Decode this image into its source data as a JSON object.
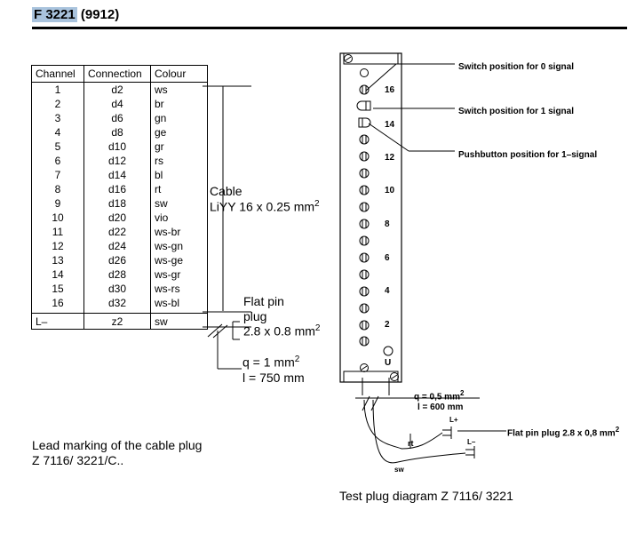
{
  "header": {
    "code": "F 3221",
    "suffix": "(9912)"
  },
  "table": {
    "headers": [
      "Channel",
      "Connection",
      "Colour"
    ],
    "rows": [
      [
        "1",
        "d2",
        "ws"
      ],
      [
        "2",
        "d4",
        "br"
      ],
      [
        "3",
        "d6",
        "gn"
      ],
      [
        "4",
        "d8",
        "ge"
      ],
      [
        "5",
        "d10",
        "gr"
      ],
      [
        "6",
        "d12",
        "rs"
      ],
      [
        "7",
        "d14",
        "bl"
      ],
      [
        "8",
        "d16",
        "rt"
      ],
      [
        "9",
        "d18",
        "sw"
      ],
      [
        "10",
        "d20",
        "vio"
      ],
      [
        "11",
        "d22",
        "ws-br"
      ],
      [
        "12",
        "d24",
        "ws-gn"
      ],
      [
        "13",
        "d26",
        "ws-ge"
      ],
      [
        "14",
        "d28",
        "ws-gr"
      ],
      [
        "15",
        "d30",
        "ws-rs"
      ],
      [
        "16",
        "d32",
        "ws-bl"
      ]
    ],
    "lrow": [
      "L–",
      "z2",
      "sw"
    ]
  },
  "cable": {
    "label": "Cable",
    "spec": "LiYY 16 x 0.25 mm",
    "sup": "2"
  },
  "flatpin": {
    "line1": "Flat pin",
    "line2": "plug",
    "line3": "2.8 x 0.8 mm",
    "sup": "2"
  },
  "lead": {
    "q": "q = 1 mm",
    "q_sup": "2",
    "l": "l = 750 mm"
  },
  "lead_marking": {
    "line1": "Lead marking of the cable plug",
    "line2": "Z 7116/ 3221/C.."
  },
  "annotations": {
    "switch0": "Switch position for 0 signal",
    "switch1": "Switch position for 1 signal",
    "push1": "Pushbutton position for 1–signal"
  },
  "module_numbers": [
    "16",
    "14",
    "12",
    "10",
    "8",
    "6",
    "4",
    "2"
  ],
  "module_u": "U",
  "test_lead": {
    "q": "q = 0,5 mm",
    "q_sup": "2",
    "l": "l = 600 mm"
  },
  "wire_labels": {
    "lplus": "L+",
    "lminus": "L–",
    "rt": "rt",
    "sw": "sw"
  },
  "flatpin_right": {
    "text": "Flat pin plug 2.8 x 0,8 mm",
    "sup": "2"
  },
  "test_plug_caption": "Test plug diagram Z 7116/ 3221"
}
